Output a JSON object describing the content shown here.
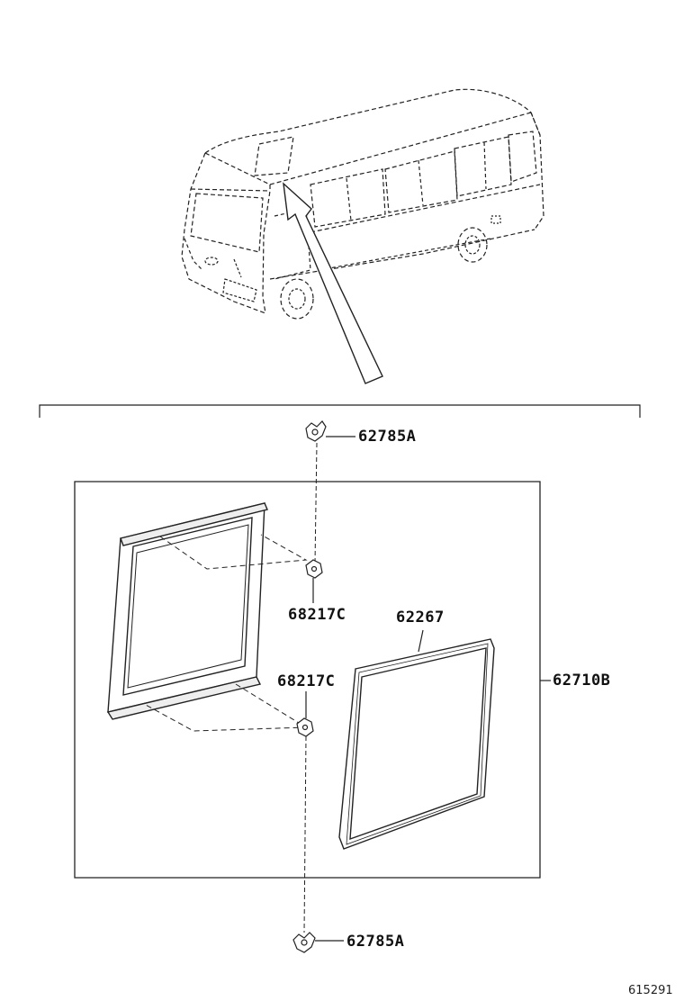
{
  "labels": {
    "top_clip": "62785A",
    "upper_fastener": "68217C",
    "weatherstrip": "62267",
    "lower_fastener": "68217C",
    "window_assembly": "62710B",
    "bottom_clip": "62785A"
  },
  "figure_ref": "615291"
}
